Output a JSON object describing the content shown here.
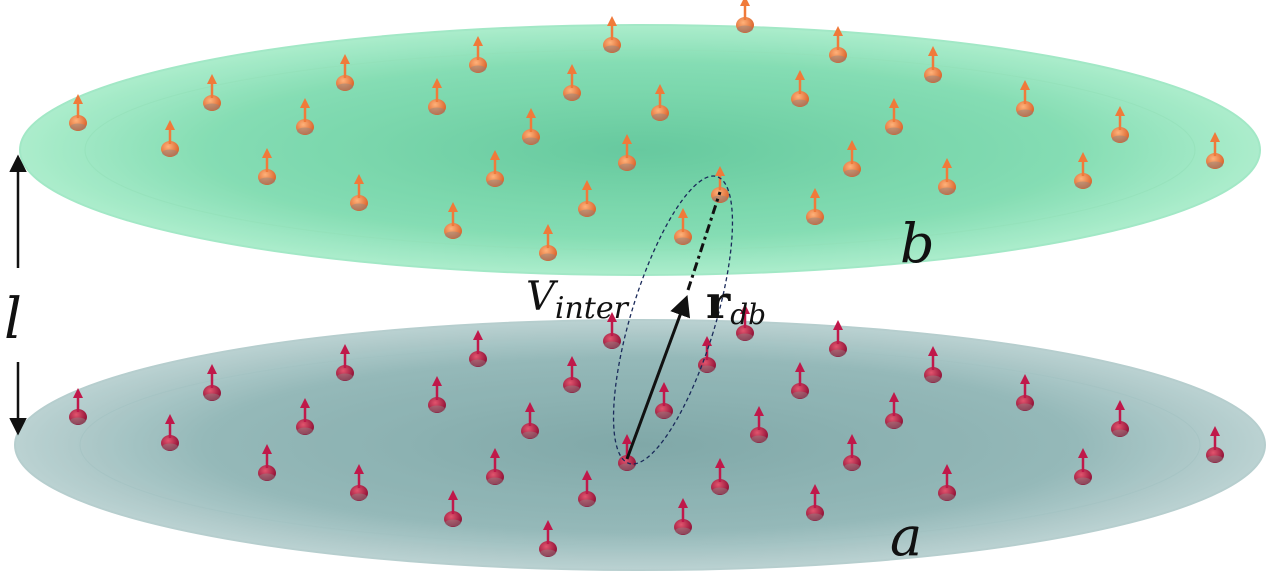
{
  "labels": {
    "layer_top": "b",
    "layer_bottom": "a",
    "separation": "l",
    "interaction_main": "V",
    "interaction_sub": "inter",
    "vector_main": "r",
    "vector_sub": "db"
  },
  "colors": {
    "layer_top_fill": "#7fdcb0",
    "layer_top_edge": "#9ee7c4",
    "layer_bottom_fill": "#8fb5b5",
    "layer_bottom_edge": "#b3cccc",
    "dipole_top": "#f07a3a",
    "dipole_bottom": "#c0184a",
    "ink": "#111111",
    "ellipse_dash": "#1a2a5a"
  },
  "icons": {
    "dipole_top": "orange-dipole-icon",
    "dipole_bottom": "crimson-dipole-icon"
  }
}
